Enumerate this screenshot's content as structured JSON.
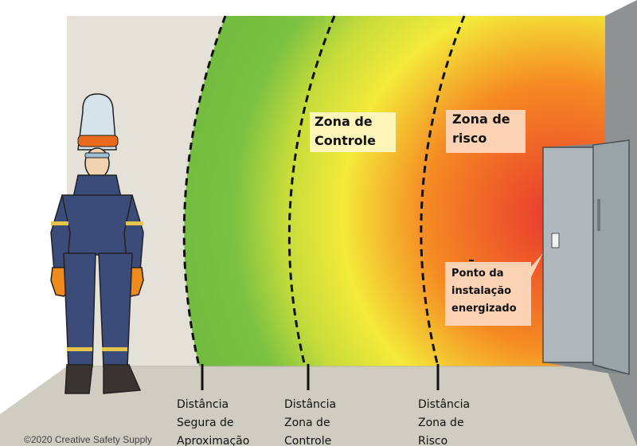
{
  "zones": {
    "control": {
      "lines": [
        "Zona de",
        "Controle"
      ]
    },
    "risk": {
      "lines": [
        "Zona de",
        "risco"
      ]
    }
  },
  "callout": {
    "lines": [
      "Ponto da",
      "instalação",
      "energizado"
    ]
  },
  "distances": {
    "safe": [
      "Distância",
      "Segura de",
      "Aproximação"
    ],
    "control": [
      "Distância",
      "Zona de",
      "Controle"
    ],
    "risk": [
      "Distância",
      "Zona de",
      "Risco"
    ]
  },
  "copyright": "©2020 Creative Safety Supply",
  "colors": {
    "safe_green": "#7dc242",
    "control_yellow": "#f4ea3a",
    "risk_red": "#e8382e",
    "risk_orange": "#f58a23",
    "label_bg": "#fbd2b4",
    "label_bg_light": "#fdf6b8",
    "wall": "#e4e2d8",
    "floor": "#cfccc1",
    "panel": "#b0b8bd",
    "suit": "#3b4b7a",
    "glove": "#f08a1c"
  },
  "icons": [
    "worker-in-arc-flash-suit-icon",
    "electrical-panel-icon"
  ]
}
